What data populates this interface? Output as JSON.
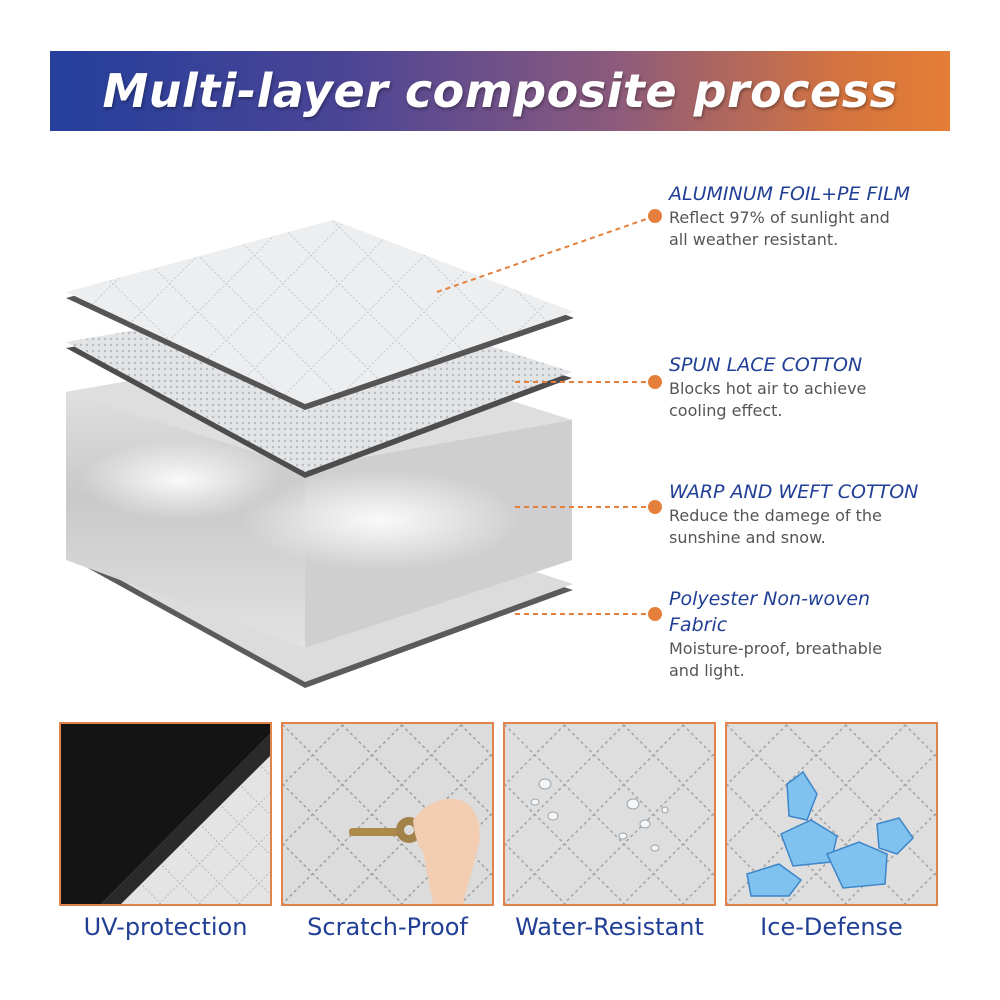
{
  "banner": {
    "title": "Multi-layer composite process"
  },
  "layers": [
    {
      "title": "ALUMINUM FOIL+PE FILM",
      "description": "Reflect 97% of sunlight and\nall weather resistant."
    },
    {
      "title": "SPUN LACE COTTON",
      "description": "Blocks hot air to achieve\ncooling effect."
    },
    {
      "title": "WARP AND WEFT COTTON",
      "description": "Reduce the damege of the\nsunshine and snow."
    },
    {
      "title": "Polyester Non-woven\nFabric",
      "description": "Moisture-proof, breathable\nand light."
    }
  ],
  "features": [
    {
      "label": "UV-protection",
      "icon": "uv-fabric-sample"
    },
    {
      "label": "Scratch-Proof",
      "icon": "key-scratch"
    },
    {
      "label": "Water-Resistant",
      "icon": "water-droplets"
    },
    {
      "label": "Ice-Defense",
      "icon": "ice-chunks"
    }
  ],
  "colors": {
    "accent_orange": "#e5803c",
    "title_blue": "#213f95",
    "body_gray": "#555555",
    "tile_border": "#e3824a"
  }
}
